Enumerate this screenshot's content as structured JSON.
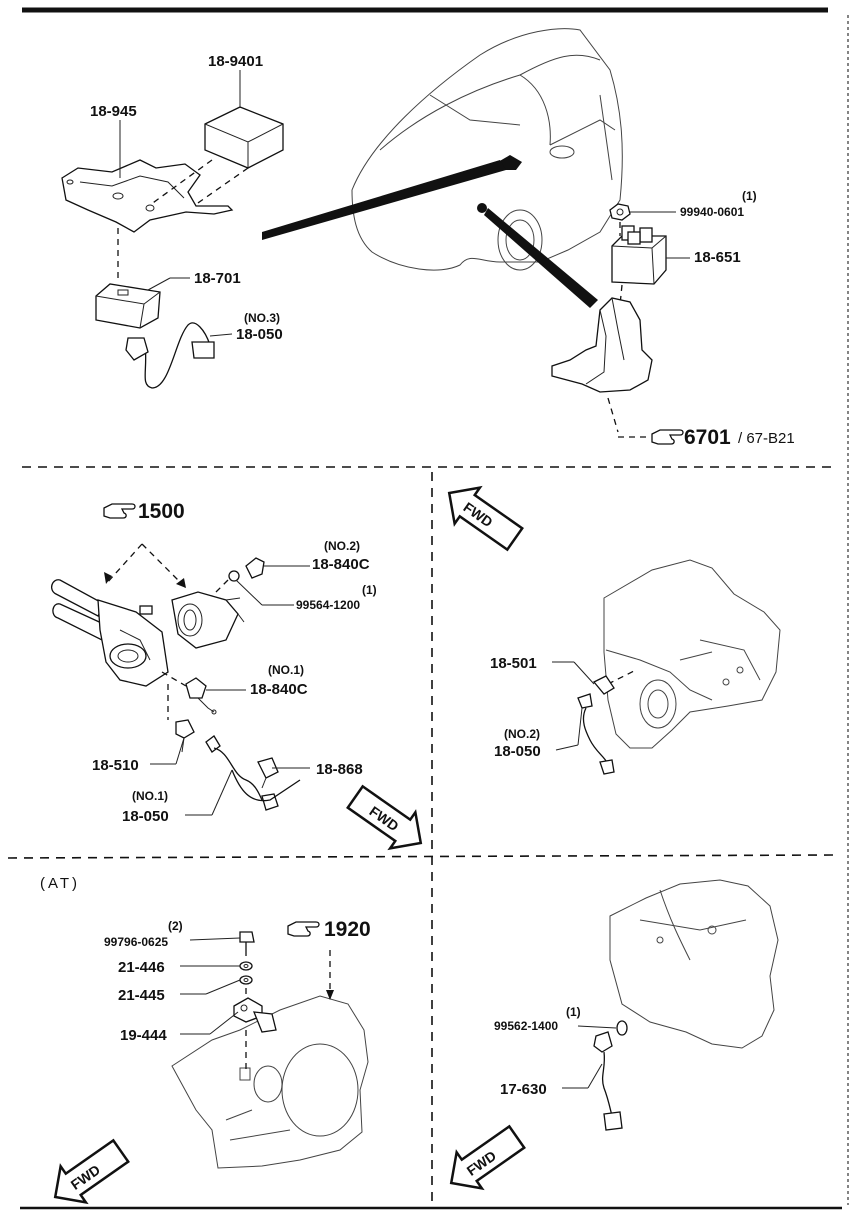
{
  "callouts": {
    "p1": "18-9401",
    "p2": "18-945",
    "p3": "18-701",
    "p4_note": "(NO.3)",
    "p4": "18-050",
    "p5_note": "(1)",
    "p5": "99940-0601",
    "p6": "18-651",
    "ref1_main": "6701",
    "ref1_sub": "/ 67-B21",
    "ref2": "1500",
    "p7_note": "(NO.2)",
    "p7": "18-840C",
    "p8_note": "(1)",
    "p8": "99564-1200",
    "p9_note": "(NO.1)",
    "p9": "18-840C",
    "p10": "18-510",
    "p11": "18-868",
    "p12_note": "(NO.1)",
    "p12": "18-050",
    "p13": "18-501",
    "p14_note": "(NO.2)",
    "p14": "18-050",
    "at_label": "(AT)",
    "p15_note": "(2)",
    "p15": "99796-0625",
    "p16": "21-446",
    "p17": "21-445",
    "p18": "19-444",
    "ref3": "1920",
    "p19_note": "(1)",
    "p19": "99562-1400",
    "p20": "17-630",
    "fwd": "FWD"
  }
}
